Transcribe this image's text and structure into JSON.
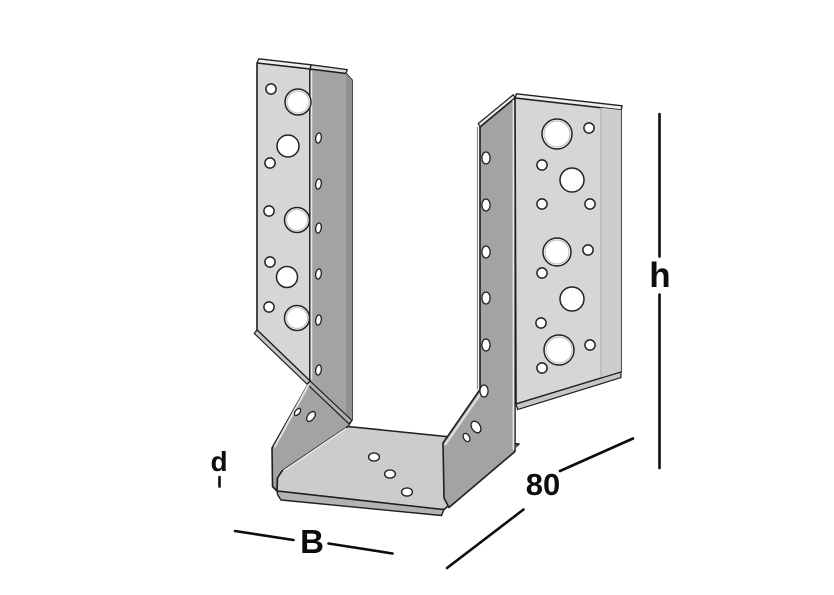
{
  "figure": {
    "title": "Joist hanger technical illustration",
    "background": "#ffffff",
    "part": "two-flange perforated joist hanger with U-shaped seat"
  },
  "dimension_labels": {
    "height": "h",
    "width": "B",
    "depth": "80",
    "thickness": "d"
  },
  "colors": {
    "outline": "#1f1f1f",
    "face_light": "#d6d6d6",
    "face_medium": "#a3a3a3",
    "face_dark": "#8e8e8e",
    "seat_top": "#cccccc",
    "edge_band": "#b3b3b3",
    "highlight": "#e9e9e9",
    "dimension": "#0d0d0d",
    "hole_fill": "#ffffff"
  }
}
